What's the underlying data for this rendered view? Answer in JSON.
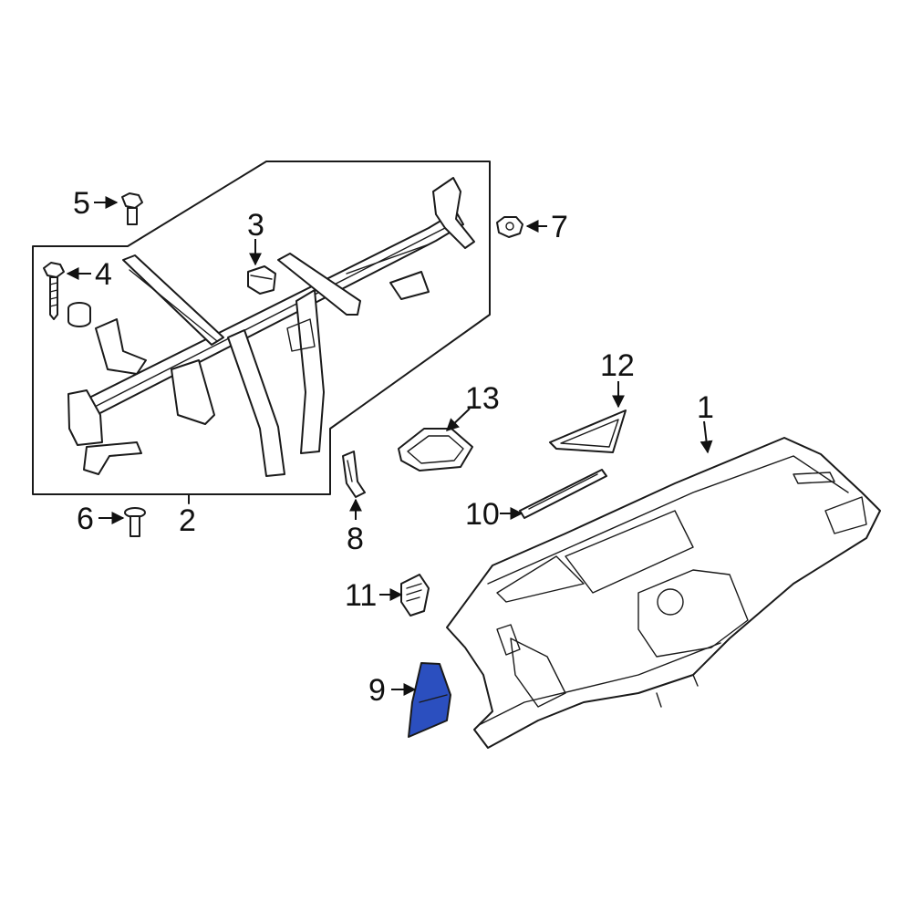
{
  "colors": {
    "highlight": "#2b4fbf",
    "line": "#1a1a1a",
    "background": "#ffffff"
  },
  "callouts": {
    "c1": "1",
    "c2": "2",
    "c3": "3",
    "c4": "4",
    "c5": "5",
    "c6": "6",
    "c7": "7",
    "c8": "8",
    "c9": "9",
    "c10": "10",
    "c11": "11",
    "c12": "12",
    "c13": "13"
  }
}
